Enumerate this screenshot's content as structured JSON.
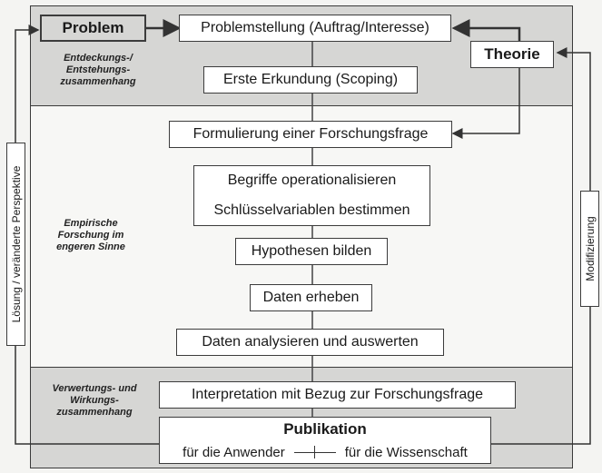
{
  "zones": {
    "top": "Entdeckungs-/ Entstehungs- zusammenhang",
    "middle": "Empirische Forschung im engeren Sinne",
    "bottom": "Verwertungs- und Wirkungs- zusammenhang"
  },
  "nodes": {
    "problem": "Problem",
    "problemstellung": "Problemstellung (Auftrag/Interesse)",
    "theorie": "Theorie",
    "erkundung": "Erste Erkundung (Scoping)",
    "forschungsfrage": "Formulierung einer Forschungsfrage",
    "begriffe": "Begriffe operationalisieren",
    "schluessel": "Schlüsselvariablen bestimmen",
    "hypothesen": "Hypothesen bilden",
    "daten_erheben": "Daten erheben",
    "daten_analysieren": "Daten analysieren und auswerten",
    "interpretation": "Interpretation mit Bezug zur Forschungsfrage",
    "publikation": "Publikation",
    "anwender": "für die Anwender",
    "wissenschaft": "für die Wissenschaft"
  },
  "feedback": {
    "left": "Lösung / veränderte Perspektive",
    "right": "Modifizierung"
  }
}
